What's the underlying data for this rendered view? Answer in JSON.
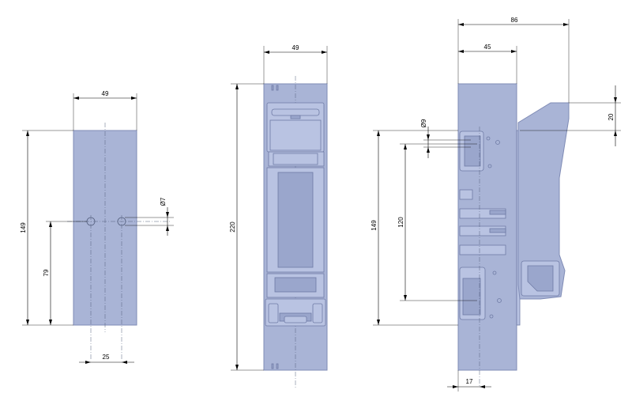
{
  "views": {
    "front_small": {
      "width": "49",
      "height": "149",
      "hole_height": "79",
      "hole_spacing": "25",
      "hole_diameter": "Ø7"
    },
    "front_large": {
      "width": "49",
      "height": "220"
    },
    "side": {
      "total_depth": "86",
      "body_depth": "45",
      "top_offset": "20",
      "hole_diameter": "Ø9",
      "height": "149",
      "hole_spacing": "120",
      "bottom_offset": "17"
    }
  }
}
